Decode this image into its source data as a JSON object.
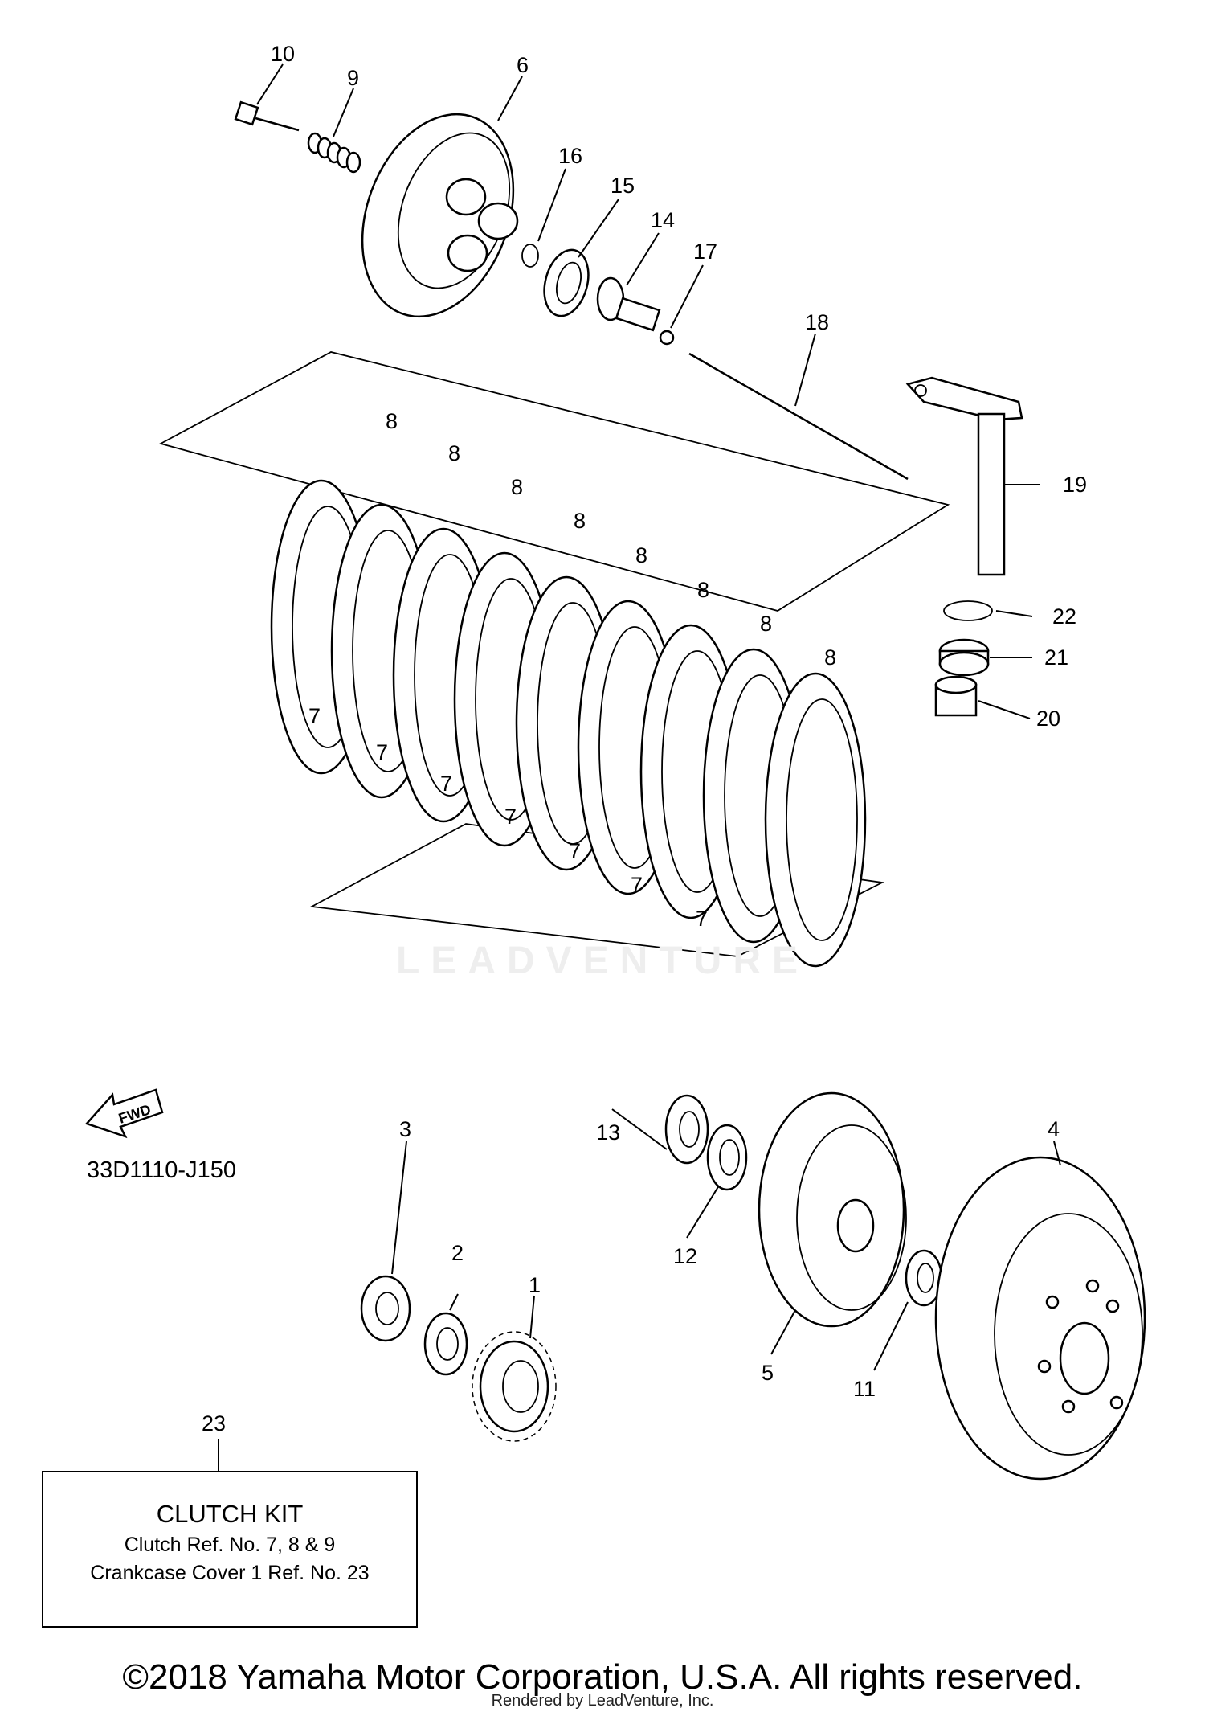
{
  "diagram_code": "33D1110-J150",
  "fwd_label": "FWD",
  "watermark": "LEADVENTURE",
  "kit": {
    "title": "CLUTCH KIT",
    "line1": "Clutch Ref. No. 7, 8 & 9",
    "line2": "Crankcase Cover 1 Ref. No. 23"
  },
  "copyright": "©2018 Yamaha Motor Corporation, U.S.A. All rights reserved.",
  "rendered_by": "Rendered by LeadVenture, Inc.",
  "callouts": {
    "c1": "1",
    "c2": "2",
    "c3": "3",
    "c4": "4",
    "c5": "5",
    "c6": "6",
    "c7": "7",
    "c8": "8",
    "c9": "9",
    "c10": "10",
    "c11": "11",
    "c12": "12",
    "c13": "13",
    "c14": "14",
    "c15": "15",
    "c16": "16",
    "c17": "17",
    "c18": "18",
    "c19": "19",
    "c20": "20",
    "c21": "21",
    "c22": "22",
    "c23": "23"
  }
}
